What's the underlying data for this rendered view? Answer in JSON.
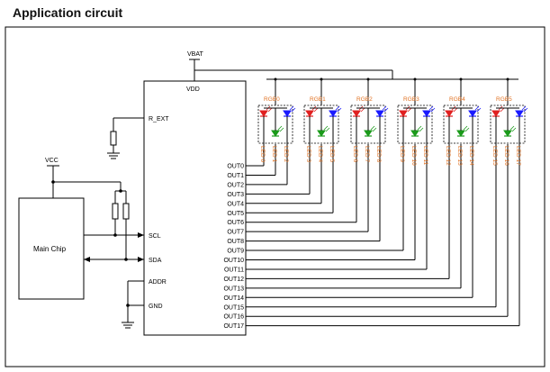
{
  "title": "Application circuit",
  "supply": {
    "vbat": "VBAT",
    "vcc": "VCC"
  },
  "chip": {
    "vdd": "VDD",
    "rext": "R_EXT",
    "scl": "SCL",
    "sda": "SDA",
    "addr": "ADDR",
    "gnd": "GND",
    "outputs": [
      "OUT0",
      "OUT1",
      "OUT2",
      "OUT3",
      "OUT4",
      "OUT5",
      "OUT6",
      "OUT7",
      "OUT8",
      "OUT9",
      "OUT10",
      "OUT11",
      "OUT12",
      "OUT13",
      "OUT14",
      "OUT15",
      "OUT16",
      "OUT17"
    ]
  },
  "main_chip": "Main Chip",
  "rgb_groups": [
    "RGB0",
    "RGB1",
    "RGB2",
    "RGB3",
    "RGB4",
    "RGB5"
  ],
  "led_labels": [
    "LED 0",
    "LED 1",
    "LED 2",
    "LED 3",
    "LED 4",
    "LED 5",
    "LED 6",
    "LED 7",
    "LED 8",
    "LED 9",
    "LED 10",
    "LED 11",
    "LED 12",
    "LED 13",
    "LED 14",
    "LED 15",
    "LED 16",
    "LED 17"
  ],
  "colors": {
    "red_led": "#e02020",
    "blue_led": "#1a1aff",
    "green_led": "#1a9a1a",
    "label_orange": "#e07020"
  }
}
